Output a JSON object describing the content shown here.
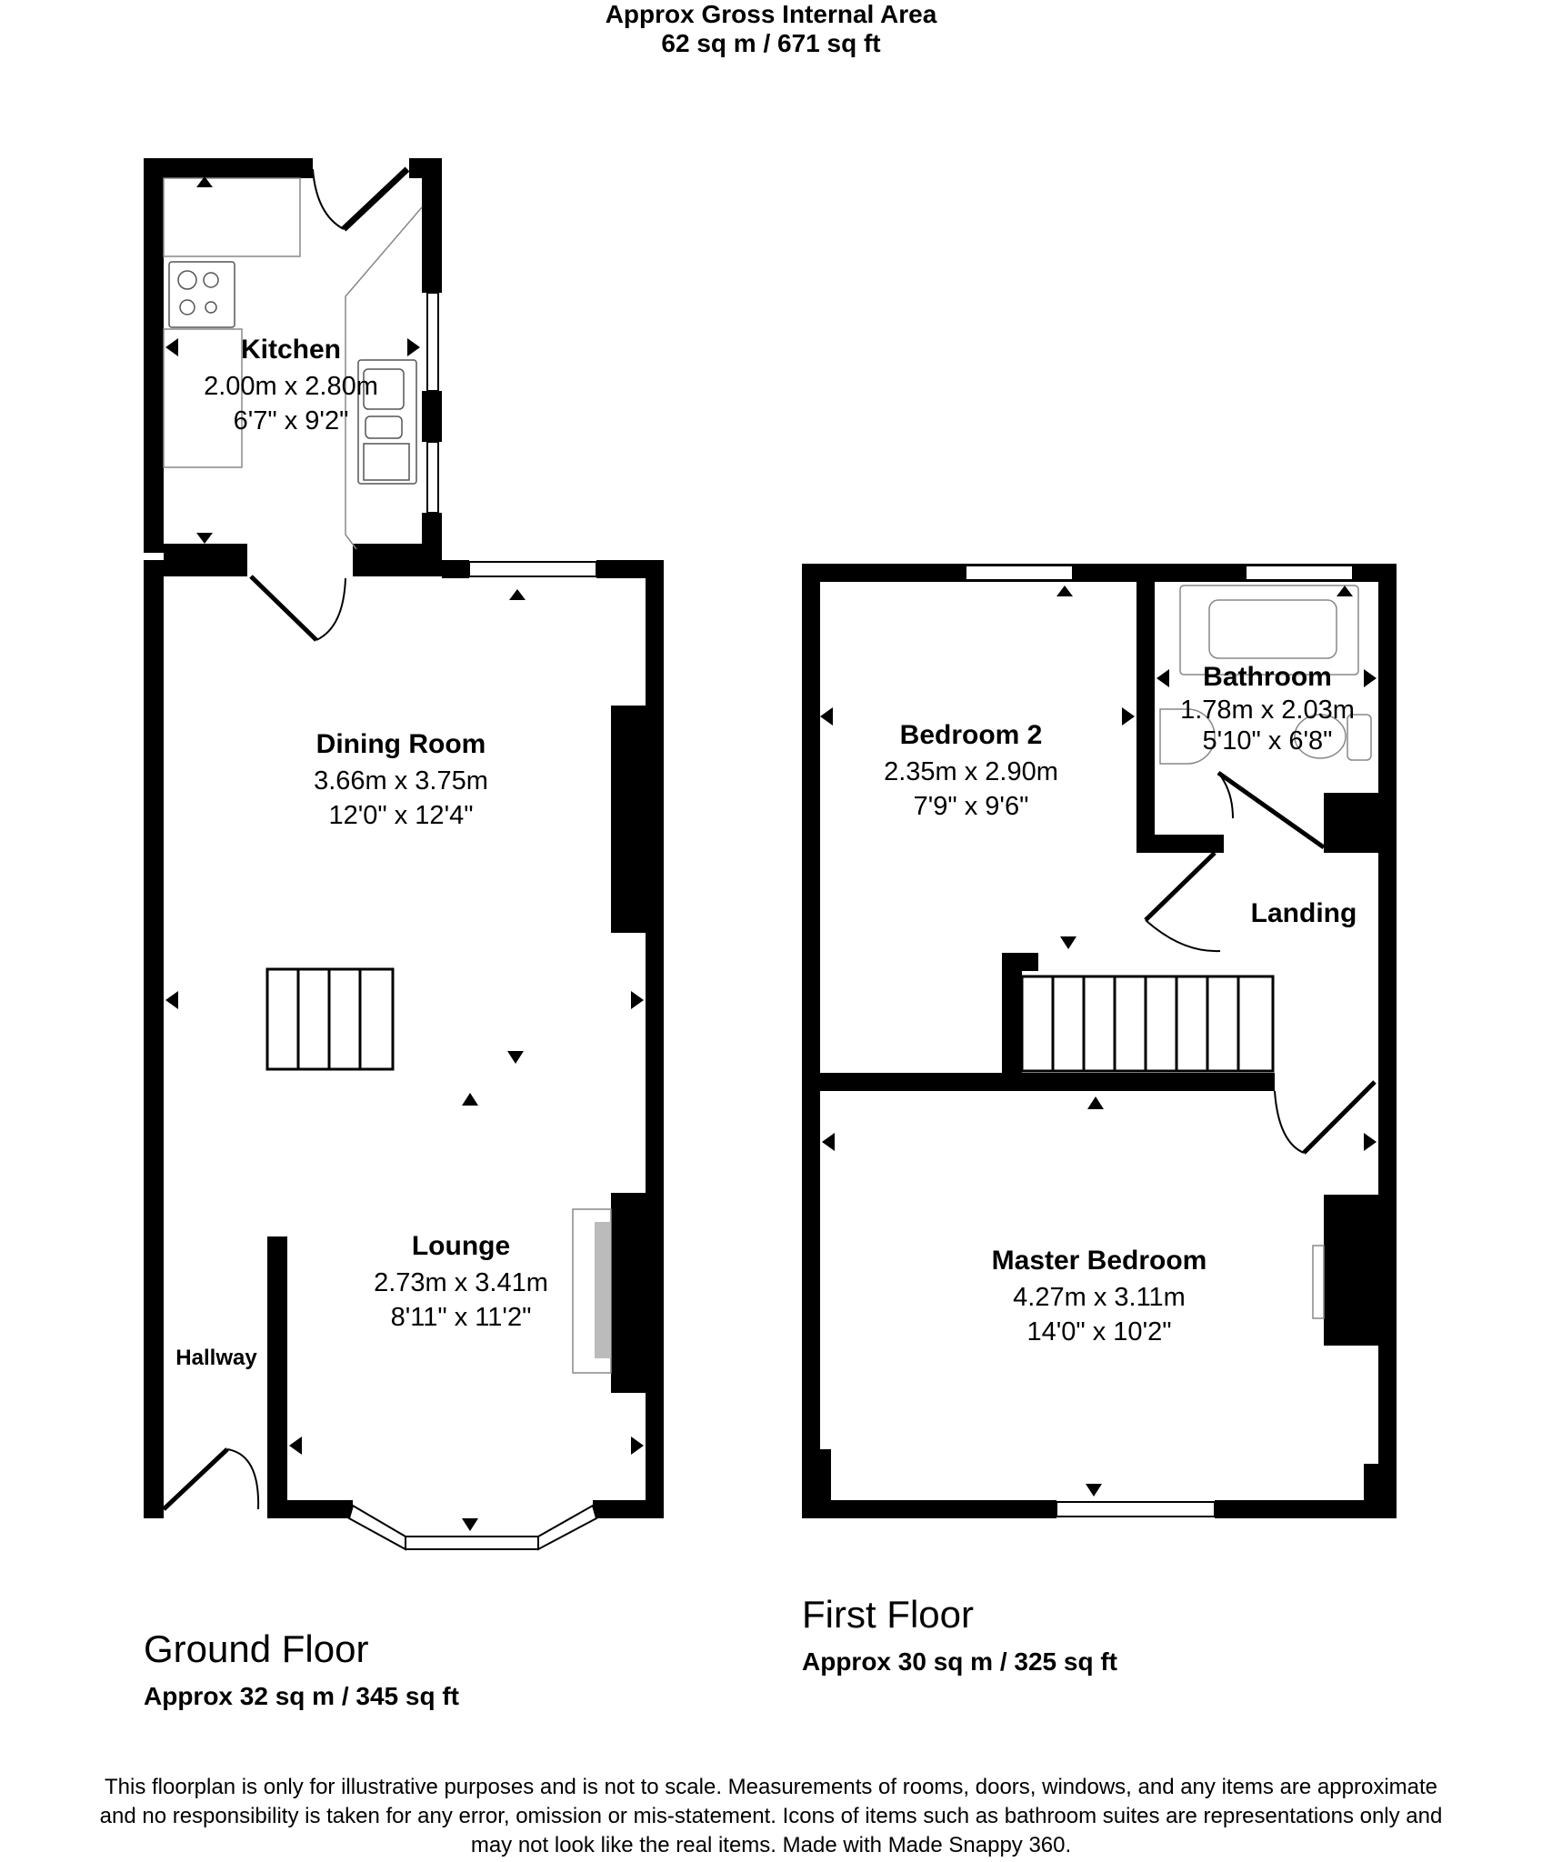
{
  "header": {
    "title": "Approx Gross Internal Area",
    "total_area": "62 sq m / 671 sq ft"
  },
  "floors": [
    {
      "name": "Ground Floor",
      "area": "Approx 32 sq m / 345 sq ft",
      "rooms": [
        {
          "name": "Kitchen",
          "metric": "2.00m x 2.80m",
          "imperial": "6'7\" x 9'2\""
        },
        {
          "name": "Dining Room",
          "metric": "3.66m x 3.75m",
          "imperial": "12'0\" x 12'4\""
        },
        {
          "name": "Lounge",
          "metric": "2.73m x 3.41m",
          "imperial": "8'11\" x 11'2\""
        },
        {
          "name": "Hallway"
        }
      ]
    },
    {
      "name": "First Floor",
      "area": "Approx 30 sq m / 325 sq ft",
      "rooms": [
        {
          "name": "Bedroom 2",
          "metric": "2.35m x 2.90m",
          "imperial": "7'9\" x 9'6\""
        },
        {
          "name": "Bathroom",
          "metric": "1.78m x 2.03m",
          "imperial": "5'10\" x 6'8\""
        },
        {
          "name": "Landing"
        },
        {
          "name": "Master Bedroom",
          "metric": "4.27m x 3.11m",
          "imperial": "14'0\" x 10'2\""
        }
      ]
    }
  ],
  "disclaimer": [
    "This floorplan is only for illustrative purposes and is not to scale. Measurements of rooms, doors, windows, and any items are approximate",
    "and no responsibility is taken for any error, omission or mis-statement. Icons of items such as bathroom suites are representations only and",
    "may not look like the real items. Made with Made Snappy 360."
  ],
  "colors": {
    "wall": "#000000",
    "fixture": "#888888",
    "background": "#ffffff"
  }
}
